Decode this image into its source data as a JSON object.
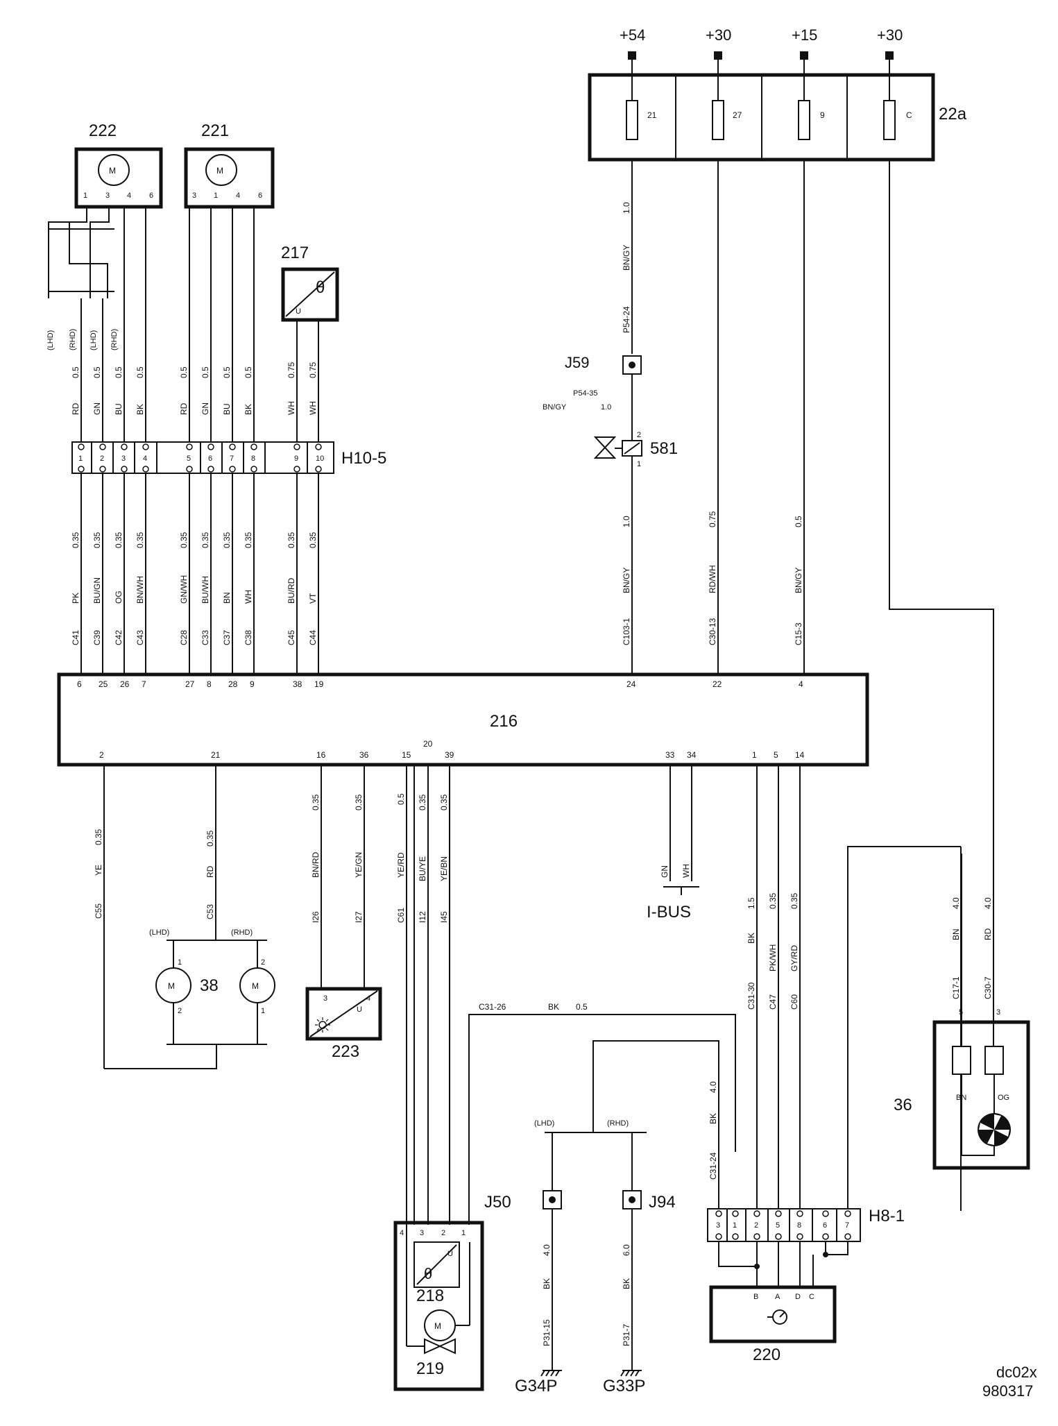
{
  "fusebox": {
    "id": "22a",
    "supplies": [
      "+54",
      "+30",
      "+15",
      "+30"
    ],
    "fuses": [
      "21",
      "27",
      "9",
      "C"
    ]
  },
  "motor_222": {
    "id": "222",
    "symbol": "M",
    "pins": [
      "1",
      "3",
      "4",
      "6"
    ]
  },
  "motor_221": {
    "id": "221",
    "symbol": "M",
    "pins": [
      "3",
      "1",
      "4",
      "6"
    ]
  },
  "sensor_217": {
    "id": "217",
    "theta": "θ",
    "u": "U"
  },
  "variants_left": [
    "(LHD)",
    "(RHD)",
    "(LHD)",
    "(RHD)"
  ],
  "h10_top_colors": [
    "RD",
    "GN",
    "BU",
    "BK",
    "RD",
    "GN",
    "BU",
    "BK",
    "WH",
    "WH"
  ],
  "h10_top_sizes": [
    "0.5",
    "0.5",
    "0.5",
    "0.5",
    "0.5",
    "0.5",
    "0.5",
    "0.5",
    "0.75",
    "0.75"
  ],
  "connector_h10_5": {
    "id": "H10-5",
    "pins": [
      "1",
      "2",
      "3",
      "4",
      "5",
      "6",
      "7",
      "8",
      "9",
      "10"
    ]
  },
  "h10_bottom": {
    "sizes": [
      "0.35",
      "0.35",
      "0.35",
      "0.35",
      "0.35",
      "0.35",
      "0.35",
      "0.35",
      "0.35",
      "0.35"
    ],
    "colors": [
      "PK",
      "BU/GN",
      "OG",
      "BN/WH",
      "GN/WH",
      "BU/WH",
      "BN",
      "WH",
      "BU/RD",
      "VT"
    ],
    "codes": [
      "C41",
      "C39",
      "C42",
      "C43",
      "C28",
      "C33",
      "C37",
      "C38",
      "C45",
      "C44"
    ],
    "ecu_pins": [
      "6",
      "25",
      "26",
      "7",
      "27",
      "8",
      "28",
      "9",
      "38",
      "19"
    ]
  },
  "fuse21_wire": {
    "size": "1.0",
    "color": "BN/GY",
    "code": "P54-24"
  },
  "splice_j59": {
    "id": "J59",
    "code": "P54-35",
    "color": "BN/GY",
    "size": "1.0"
  },
  "valve_581": {
    "id": "581",
    "pin_top": "2",
    "pin_bottom": "1"
  },
  "ecu_right_wires": {
    "sizes": [
      "1.0",
      "0.75",
      "0.5"
    ],
    "colors": [
      "BN/GY",
      "RD/WH",
      "BN/GY"
    ],
    "codes": [
      "C103-1",
      "C30-13",
      "C15-3"
    ],
    "ecu_pins": [
      "24",
      "22",
      "4"
    ]
  },
  "ecu_216": {
    "id": "216"
  },
  "ecu_bottom_pins": [
    "2",
    "21",
    "16",
    "36",
    "15",
    "20",
    "39",
    "33",
    "34",
    "1",
    "5",
    "14"
  ],
  "wire_c55": {
    "size": "0.35",
    "color": "YE",
    "code": "C55"
  },
  "wire_c53": {
    "size": "0.35",
    "color": "RD",
    "code": "C53"
  },
  "motor_38": {
    "id": "38",
    "symbol": "M",
    "lhd": "(LHD)",
    "rhd": "(RHD)",
    "pins_left": [
      "1",
      "2"
    ],
    "pins_right": [
      "2",
      "1"
    ]
  },
  "wires_223": {
    "sizes": [
      "0.35",
      "0.35"
    ],
    "colors": [
      "BN/RD",
      "YE/GN"
    ],
    "codes": [
      "I26",
      "I27"
    ]
  },
  "sensor_223": {
    "id": "223",
    "pins": [
      "3",
      "4"
    ],
    "u": "U"
  },
  "wires_fan": {
    "sizes": [
      "0.5",
      "0.35",
      "0.35"
    ],
    "colors": [
      "YE/RD",
      "BU/YE",
      "YE/BN"
    ],
    "codes": [
      "C61",
      "I12",
      "I45"
    ]
  },
  "ibus": {
    "label": "I-BUS",
    "colors": [
      "GN",
      "WH"
    ]
  },
  "wire_c31_26": {
    "code": "C31-26",
    "color": "BK",
    "size": "0.5"
  },
  "wires_220": {
    "sizes": [
      "1.5",
      "0.35",
      "0.35"
    ],
    "colors": [
      "BK",
      "PK/WH",
      "GY/RD"
    ],
    "codes": [
      "C31-30",
      "C47",
      "C60"
    ]
  },
  "wire_c31_24": {
    "size": "4.0",
    "color": "BK",
    "code": "C31-24"
  },
  "wires_36": {
    "sizes": [
      "4.0",
      "4.0"
    ],
    "colors": [
      "BN",
      "RD"
    ],
    "codes": [
      "C17-1",
      "C30-7"
    ]
  },
  "unit_36": {
    "id": "36",
    "pins": [
      "5",
      "3"
    ],
    "colors": [
      "BN",
      "OG"
    ]
  },
  "splice_j50": {
    "id": "J50"
  },
  "fan_unit": {
    "pins": [
      "4",
      "3",
      "2",
      "1"
    ],
    "sensor": "218",
    "motor": "219",
    "u": "U",
    "theta": "θ",
    "symbol": "M"
  },
  "ground_branch": {
    "lhd": "(LHD)",
    "rhd": "(RHD)"
  },
  "splice_j94": {
    "id": "J94"
  },
  "ground_g34p": {
    "id": "G34P",
    "size": "4.0",
    "color": "BK",
    "code": "P31-15"
  },
  "ground_g33p": {
    "id": "G33P",
    "size": "6.0",
    "color": "BK",
    "code": "P31-7"
  },
  "connector_h8_1": {
    "id": "H8-1",
    "pins": [
      "3",
      "1",
      "2",
      "5",
      "8",
      "6",
      "7"
    ]
  },
  "unit_220": {
    "id": "220",
    "pins": [
      "B",
      "A",
      "D",
      "C"
    ]
  },
  "footer": {
    "code": "dc02x",
    "date": "980317"
  }
}
